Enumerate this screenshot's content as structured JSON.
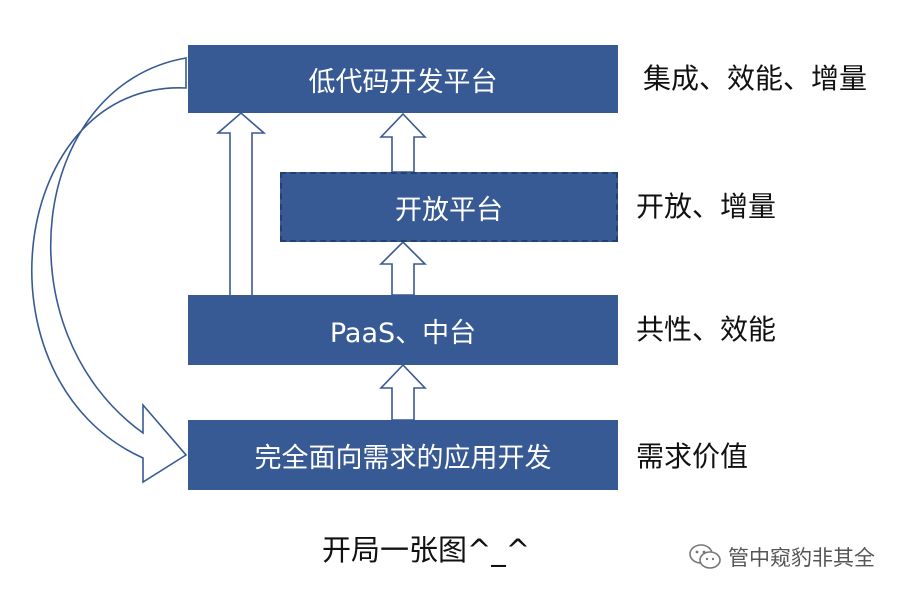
{
  "diagram": {
    "boxes": {
      "lowcode": "低代码开发平台",
      "open": "开放平台",
      "paas": "PaaS、中台",
      "app": "完全面向需求的应用开发"
    },
    "side_labels": {
      "lowcode": "集成、效能、增量",
      "open": "开放、增量",
      "paas": "共性、效能",
      "app": "需求价值"
    },
    "caption": "开局一张图^_^",
    "watermark": "管中窥豹非其全"
  },
  "colors": {
    "box_fill": "#385a94",
    "box_text": "#ffffff",
    "arrow_stroke": "#385a94",
    "label_text": "#111111"
  },
  "icons": {
    "watermark_icon": "wechat-icon"
  }
}
